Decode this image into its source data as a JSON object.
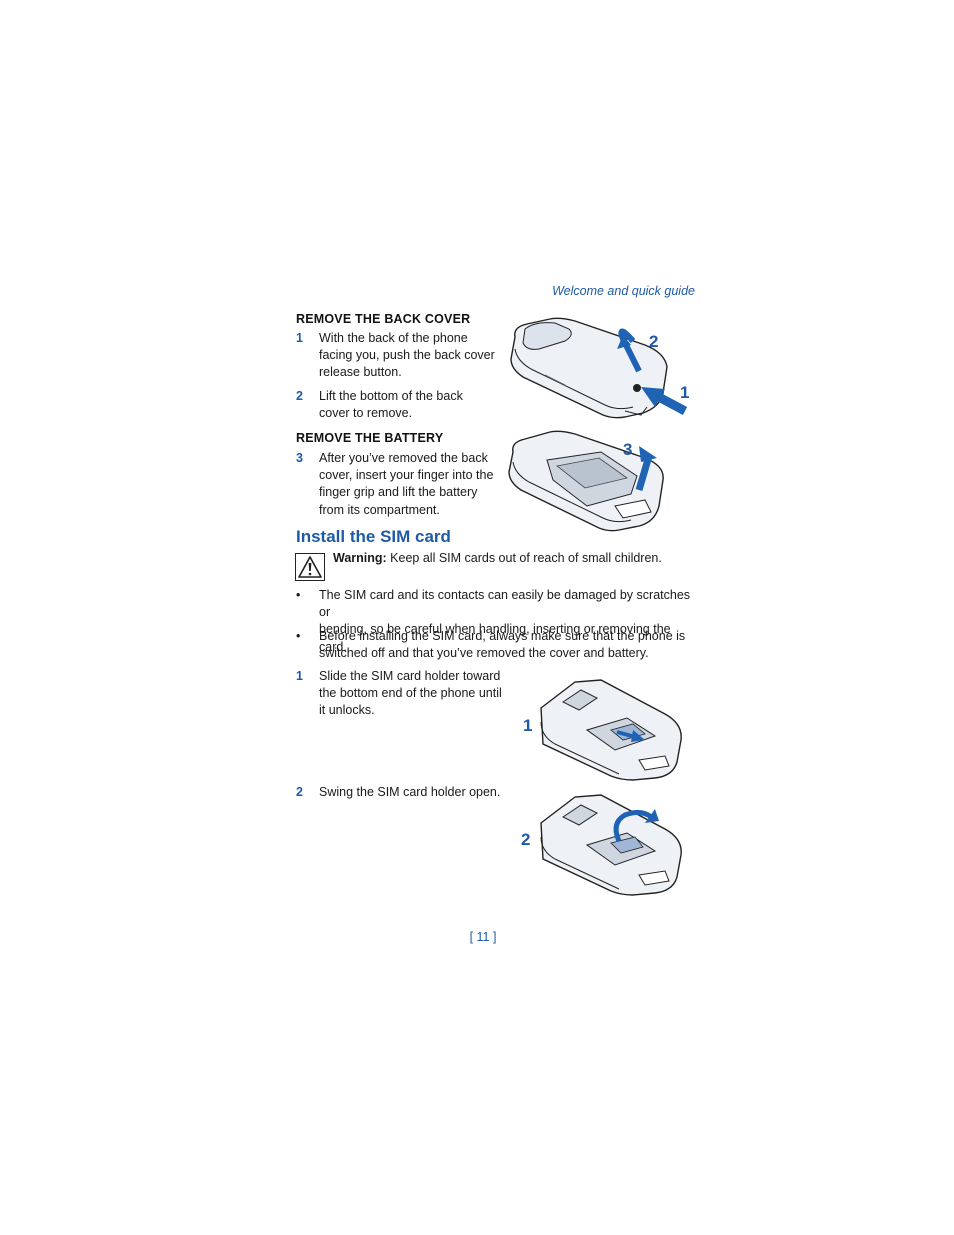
{
  "header": {
    "section_title": "Welcome and quick guide"
  },
  "remove_back_cover": {
    "heading": "REMOVE THE BACK COVER",
    "steps": [
      {
        "num": "1",
        "lines": [
          "With the back of the phone",
          "facing you, push the back cover",
          "release button."
        ]
      },
      {
        "num": "2",
        "lines": [
          "Lift the bottom of the back",
          "cover to remove."
        ]
      }
    ]
  },
  "remove_battery": {
    "heading": "REMOVE THE BATTERY",
    "steps": [
      {
        "num": "3",
        "lines": [
          "After you’ve removed the back",
          "cover, insert your finger into the",
          "finger grip and lift the battery",
          "from its compartment."
        ]
      }
    ]
  },
  "install_sim": {
    "title": "Install the SIM card",
    "warning_label": "Warning:",
    "warning_text": " Keep all SIM cards out of reach of small children.",
    "bullets": [
      {
        "marker": "•",
        "lines": [
          "The SIM card and its contacts can easily be damaged by scratches or",
          "bending, so be careful when handling, inserting or removing the card."
        ]
      },
      {
        "marker": "•",
        "lines": [
          "Before installing the SIM card, always make sure that the phone is",
          "switched off and that you’ve removed the cover and battery."
        ]
      }
    ],
    "steps": [
      {
        "num": "1",
        "lines": [
          "Slide the SIM card holder toward",
          "the bottom end of the phone until",
          "it unlocks."
        ]
      },
      {
        "num": "2",
        "lines": [
          "Swing the SIM card holder open."
        ]
      }
    ]
  },
  "figure_labels": {
    "cover_release": "1",
    "cover_lift": "2",
    "battery_lift": "3",
    "sim_slide": "1",
    "sim_swing": "2"
  },
  "colors": {
    "accent": "#1f5aa8",
    "arrow": "#1f64b4"
  },
  "icons": {
    "warning": "warning-triangle-icon"
  },
  "footer": {
    "page_number": "[ 11 ]"
  }
}
